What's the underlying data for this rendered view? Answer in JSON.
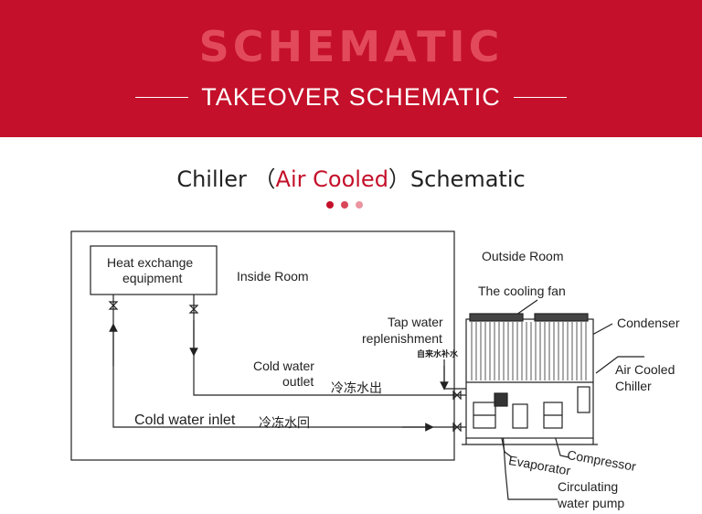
{
  "banner": {
    "heading": "SCHEMATIC",
    "subheading": "TAKEOVER SCHEMATIC"
  },
  "title": {
    "prefix": "Chiller （",
    "accent": "Air Cooled",
    "suffix": "）Schematic"
  },
  "colors": {
    "banner": "#c4102a",
    "banner_text_faded": "#e24a5c",
    "accent": "#c4102a",
    "dots": [
      "#c4102a",
      "#d9475a",
      "#ea95a0"
    ]
  },
  "labels": {
    "heat_exchange_line1": "Heat exchange",
    "heat_exchange_line2": "equipment",
    "inside_room": "Inside Room",
    "outside_room": "Outside Room",
    "cooling_fan": "The cooling fan",
    "condenser": "Condenser",
    "tap_water_line1": "Tap water",
    "tap_water_line2": "replenishment",
    "tap_water_cn": "自来水补水",
    "air_cooled_line1": "Air Cooled",
    "air_cooled_line2": "Chiller",
    "cold_water_outlet_line1": "Cold water",
    "cold_water_outlet_line2": "outlet",
    "cold_water_outlet_cn": "冷冻水出",
    "cold_water_inlet": "Cold water inlet",
    "cold_water_inlet_cn": "冷冻水回",
    "evaporator": "Evaporator",
    "compressor": "Compressor",
    "pump_line1": "Circulating",
    "pump_line2": "water pump"
  }
}
